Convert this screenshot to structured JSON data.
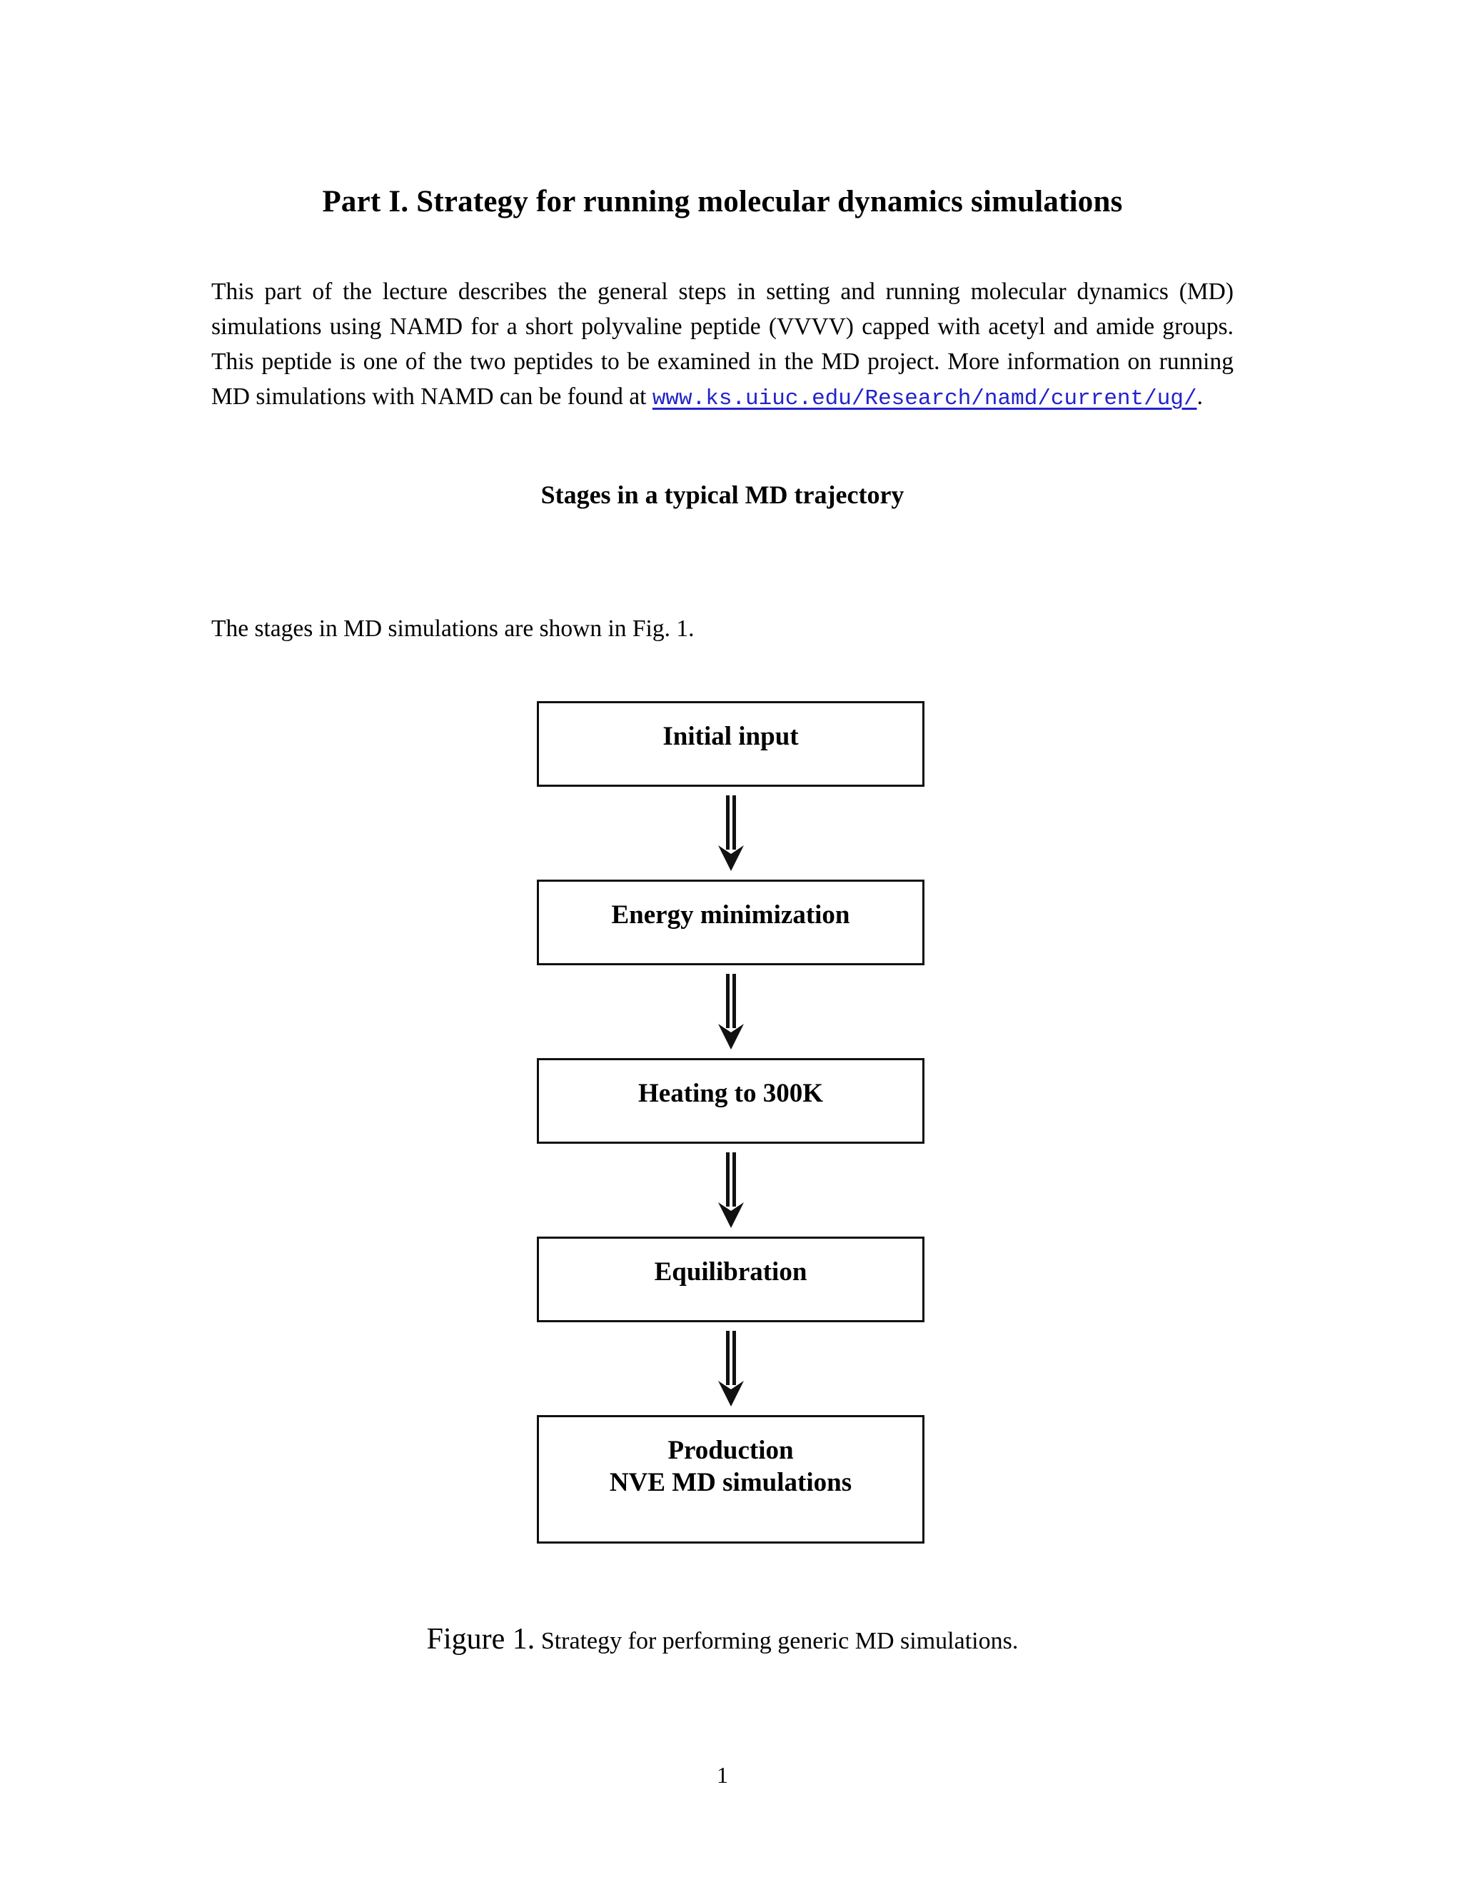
{
  "document": {
    "title": "Part I. Strategy for running molecular dynamics simulations",
    "intro_paragraph": {
      "before_link": "This part of the lecture describes the general steps in setting and running molecular dynamics (MD) simulations using NAMD for a short polyvaline peptide (VVVV) capped with acetyl and amide groups. This peptide is one of the two peptides to be examined in the MD project. More information on running MD simulations with NAMD can be found at ",
      "link_text": "www.ks.uiuc.edu/Research/namd/current/ug/",
      "after_link": "."
    },
    "subheading": "Stages in a typical MD trajectory",
    "figure_intro": "The stages in MD simulations are shown in Fig. 1.",
    "figure_caption": {
      "label": "Figure 1.",
      "text": " Strategy for performing generic MD simulations."
    },
    "page_number": "1"
  },
  "flowchart": {
    "title": "Stages in a typical MD trajectory",
    "connector_icon": "double-line-down-arrow",
    "steps": [
      {
        "label": "Initial input",
        "line2": ""
      },
      {
        "label": "Energy minimization",
        "line2": ""
      },
      {
        "label": "Heating to 300K",
        "line2": ""
      },
      {
        "label": "Equilibration",
        "line2": ""
      },
      {
        "label": "Production",
        "line2": "NVE MD simulations"
      }
    ]
  },
  "colors": {
    "text": "#000000",
    "link": "#2222cc",
    "box_border": "#111111",
    "page_background": "#ffffff"
  }
}
